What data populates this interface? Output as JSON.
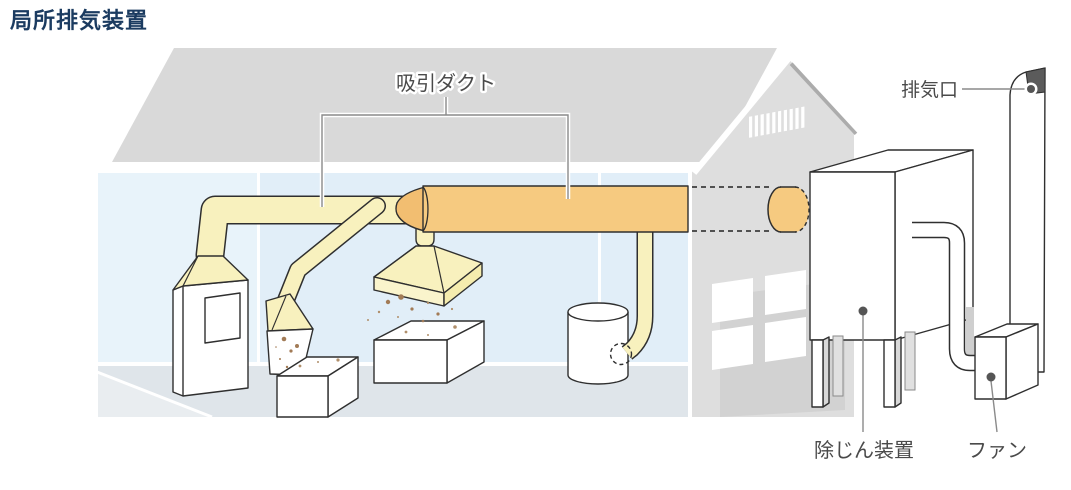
{
  "page": {
    "title": "局所排気装置"
  },
  "diagram": {
    "labels": {
      "suction_duct": "吸引ダクト",
      "exhaust_outlet": "排気口",
      "dust_collector": "除じん装置",
      "fan": "ファン"
    },
    "colors": {
      "title_text": "#1b3b60",
      "label_text": "#4a4a4a",
      "leader_line": "#8a8a8a",
      "roof_gray": "#d9d9d9",
      "gable_wall_gray": "#dedede",
      "roof_edge_dark": "#acacac",
      "interior_wall_blue": "#e1eef8",
      "interior_wall_blue_light": "#e8f3fa",
      "floor_gray": "#dfe5ea",
      "duct_pale_yellow": "#f8f1be",
      "duct_orange": "#f6ca80",
      "duct_cone_orange": "#f2be71",
      "exhaust_opening_dark": "#5b5b5b",
      "dust_brown": "#a27b56"
    }
  }
}
